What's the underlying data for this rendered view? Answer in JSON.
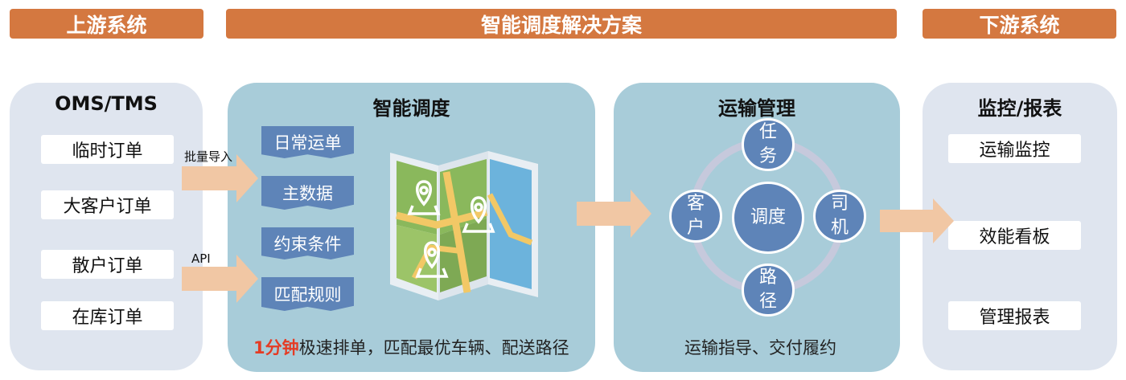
{
  "headers": {
    "upstream": "上游系统",
    "solution": "智能调度解决方案",
    "downstream": "下游系统"
  },
  "upstream_panel": {
    "title": "OMS/TMS",
    "items": [
      "临时订单",
      "大客户订单",
      "散户订单",
      "在库订单"
    ],
    "label_batch": "批量导入",
    "label_api": "API"
  },
  "dispatch_panel": {
    "title": "智能调度",
    "tags": [
      "日常运单",
      "主数据",
      "约束条件",
      "匹配规则"
    ],
    "caption_highlight": "1分钟",
    "caption_rest": "极速排单，匹配最优车辆、配送路径"
  },
  "transport_panel": {
    "title": "运输管理",
    "center": "调度",
    "top": [
      "任",
      "务"
    ],
    "left": [
      "客",
      "户"
    ],
    "right": [
      "司",
      "机"
    ],
    "bottom": [
      "路",
      "径"
    ],
    "caption": "运输指导、交付履约"
  },
  "downstream_panel": {
    "title": "监控/报表",
    "items": [
      "运输监控",
      "效能看板",
      "管理报表"
    ]
  },
  "colors": {
    "header": "#d47840",
    "light_panel": "#dfe5ef",
    "blue_panel": "#a8ccd9",
    "node": "#5e84b8",
    "arrow": "#f1c7a4",
    "highlight": "#e43b24"
  },
  "icons": {
    "map": "folded-map-icon",
    "pin": "location-pin-icon"
  }
}
